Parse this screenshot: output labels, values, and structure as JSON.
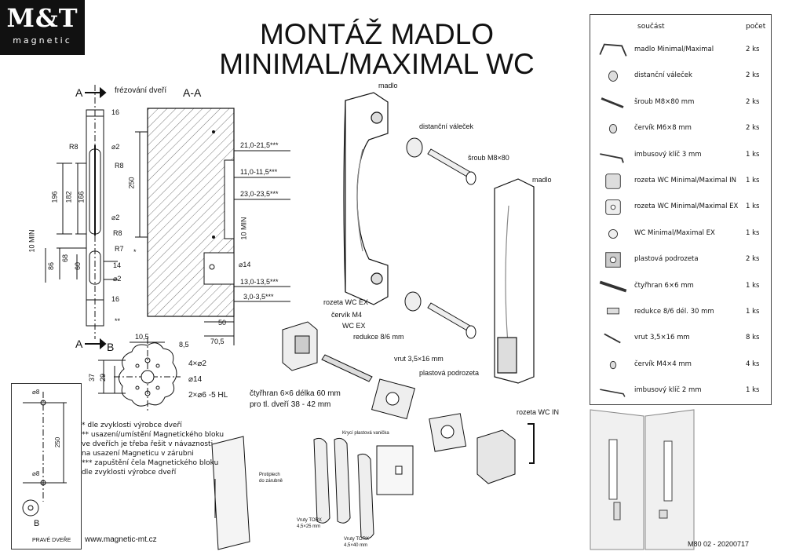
{
  "logo": {
    "main": "M&T",
    "sub": "magnetic"
  },
  "title": {
    "line1": "MONTÁŽ MADLO",
    "line2": "MINIMAL/MAXIMAL WC"
  },
  "section": {
    "a_top": "A",
    "a_bottom": "A",
    "aa": "A-A",
    "milling": "frézování dveří",
    "b": "B"
  },
  "dims_left": {
    "d16_top": "16",
    "r8_a": "R8",
    "phi2_a": "⌀2",
    "r8_b": "R8",
    "d196": "196",
    "d182": "182",
    "d166": "166",
    "phi2_b": "⌀2",
    "r8_c": "R8",
    "r7": "R7",
    "d10min": "10 MIN",
    "d68": "68",
    "d86": "86",
    "d60": "60",
    "d14": "14",
    "phi2_c": "⌀2",
    "d16_bot": "16",
    "dstar2": "**"
  },
  "dims_section": {
    "d250": "250",
    "star": "*",
    "r1": "21,0-21,5***",
    "r2": "11,0-11,5***",
    "r3": "23,0-23,5***",
    "d10min": "10 MIN",
    "phi14": "⌀14",
    "r4": "13,0-13,5***",
    "r5": "3,0-3,5***",
    "d50": "50",
    "d70": "70,5"
  },
  "detail_b": {
    "d10_5": "10,5",
    "d8_5": "8,5",
    "d37": "37",
    "d29": "29",
    "h1": "4×⌀2",
    "h2": "⌀14",
    "h3": "2×⌀6 -5 HL"
  },
  "labels": {
    "madlo1": "madlo",
    "madlo2": "madlo",
    "spacer": "distanční váleček",
    "screw": "šroub M8×80",
    "rozeta_ex": "rozeta WC EX",
    "cerv": "červík M4",
    "wcex": "WC EX",
    "reduction": "redukce 8/6 mm",
    "vrut": "vrut 3,5×16 mm",
    "podrozeta": "plastová podrozeta",
    "square1": "čtyřhran 6×6 délka 60 mm",
    "square2": "pro tl. dveří 38 - 42 mm",
    "rozeta_in": "rozeta WC IN"
  },
  "notes": [
    "*   dle zvyklosti výrobce dveří",
    "** usazení/umístění Magnetického bloku",
    "ve dveřích je třeba řešit v návaznosti",
    "na usazení Magneticu v zárubni",
    "*** zapuštění čela Magnetického bloku",
    "dle zvyklosti výrobce dveří"
  ],
  "small_box": {
    "d8a": "⌀8",
    "d250": "250",
    "d8b": "⌀8",
    "b": "B",
    "caption": "PRAVÉ DVEŘE"
  },
  "lock_labels": {
    "cover": "Krycí plastová vanička",
    "strike1": "Protiplech",
    "strike2": "do zárubně",
    "torx1a": "Vruty TORX",
    "torx1b": "4,5×25 mm",
    "torx2a": "Vruty TORX",
    "torx2b": "4,5×40 mm"
  },
  "footer": {
    "url": "www.magnetic-mt.cz",
    "code": "M80 02 - 20200717"
  },
  "parts_table": {
    "header_part": "součást",
    "header_qty": "počet",
    "rows": [
      {
        "name": "madlo Minimal/Maximal",
        "qty": "2 ks",
        "icon": "handle-icon"
      },
      {
        "name": "distanční váleček",
        "qty": "2 ks",
        "icon": "spacer-icon"
      },
      {
        "name": "šroub M8×80 mm",
        "qty": "2 ks",
        "icon": "screw-icon"
      },
      {
        "name": "červík M6×8 mm",
        "qty": "2 ks",
        "icon": "grub-screw-icon"
      },
      {
        "name": "imbusový klíč 3 mm",
        "qty": "1 ks",
        "icon": "hex-key-icon"
      },
      {
        "name": "rozeta WC Minimal/Maximal IN",
        "qty": "1 ks",
        "icon": "rosette-in-icon"
      },
      {
        "name": "rozeta WC Minimal/Maximal EX",
        "qty": "1 ks",
        "icon": "rosette-ex-icon"
      },
      {
        "name": "WC Minimal/Maximal EX",
        "qty": "1 ks",
        "icon": "indicator-icon"
      },
      {
        "name": "plastová podrozeta",
        "qty": "2 ks",
        "icon": "plastic-base-icon"
      },
      {
        "name": "čtyřhran 6×6 mm",
        "qty": "1 ks",
        "icon": "square-bar-icon"
      },
      {
        "name": "redukce 8/6 dél. 30 mm",
        "qty": "1 ks",
        "icon": "reduction-icon"
      },
      {
        "name": "vrut 3,5×16 mm",
        "qty": "8 ks",
        "icon": "wood-screw-icon"
      },
      {
        "name": "červík M4×4 mm",
        "qty": "4 ks",
        "icon": "grub-screw-small-icon"
      },
      {
        "name": "imbusový klíč 2 mm",
        "qty": "1 ks",
        "icon": "hex-key-small-icon"
      }
    ]
  }
}
